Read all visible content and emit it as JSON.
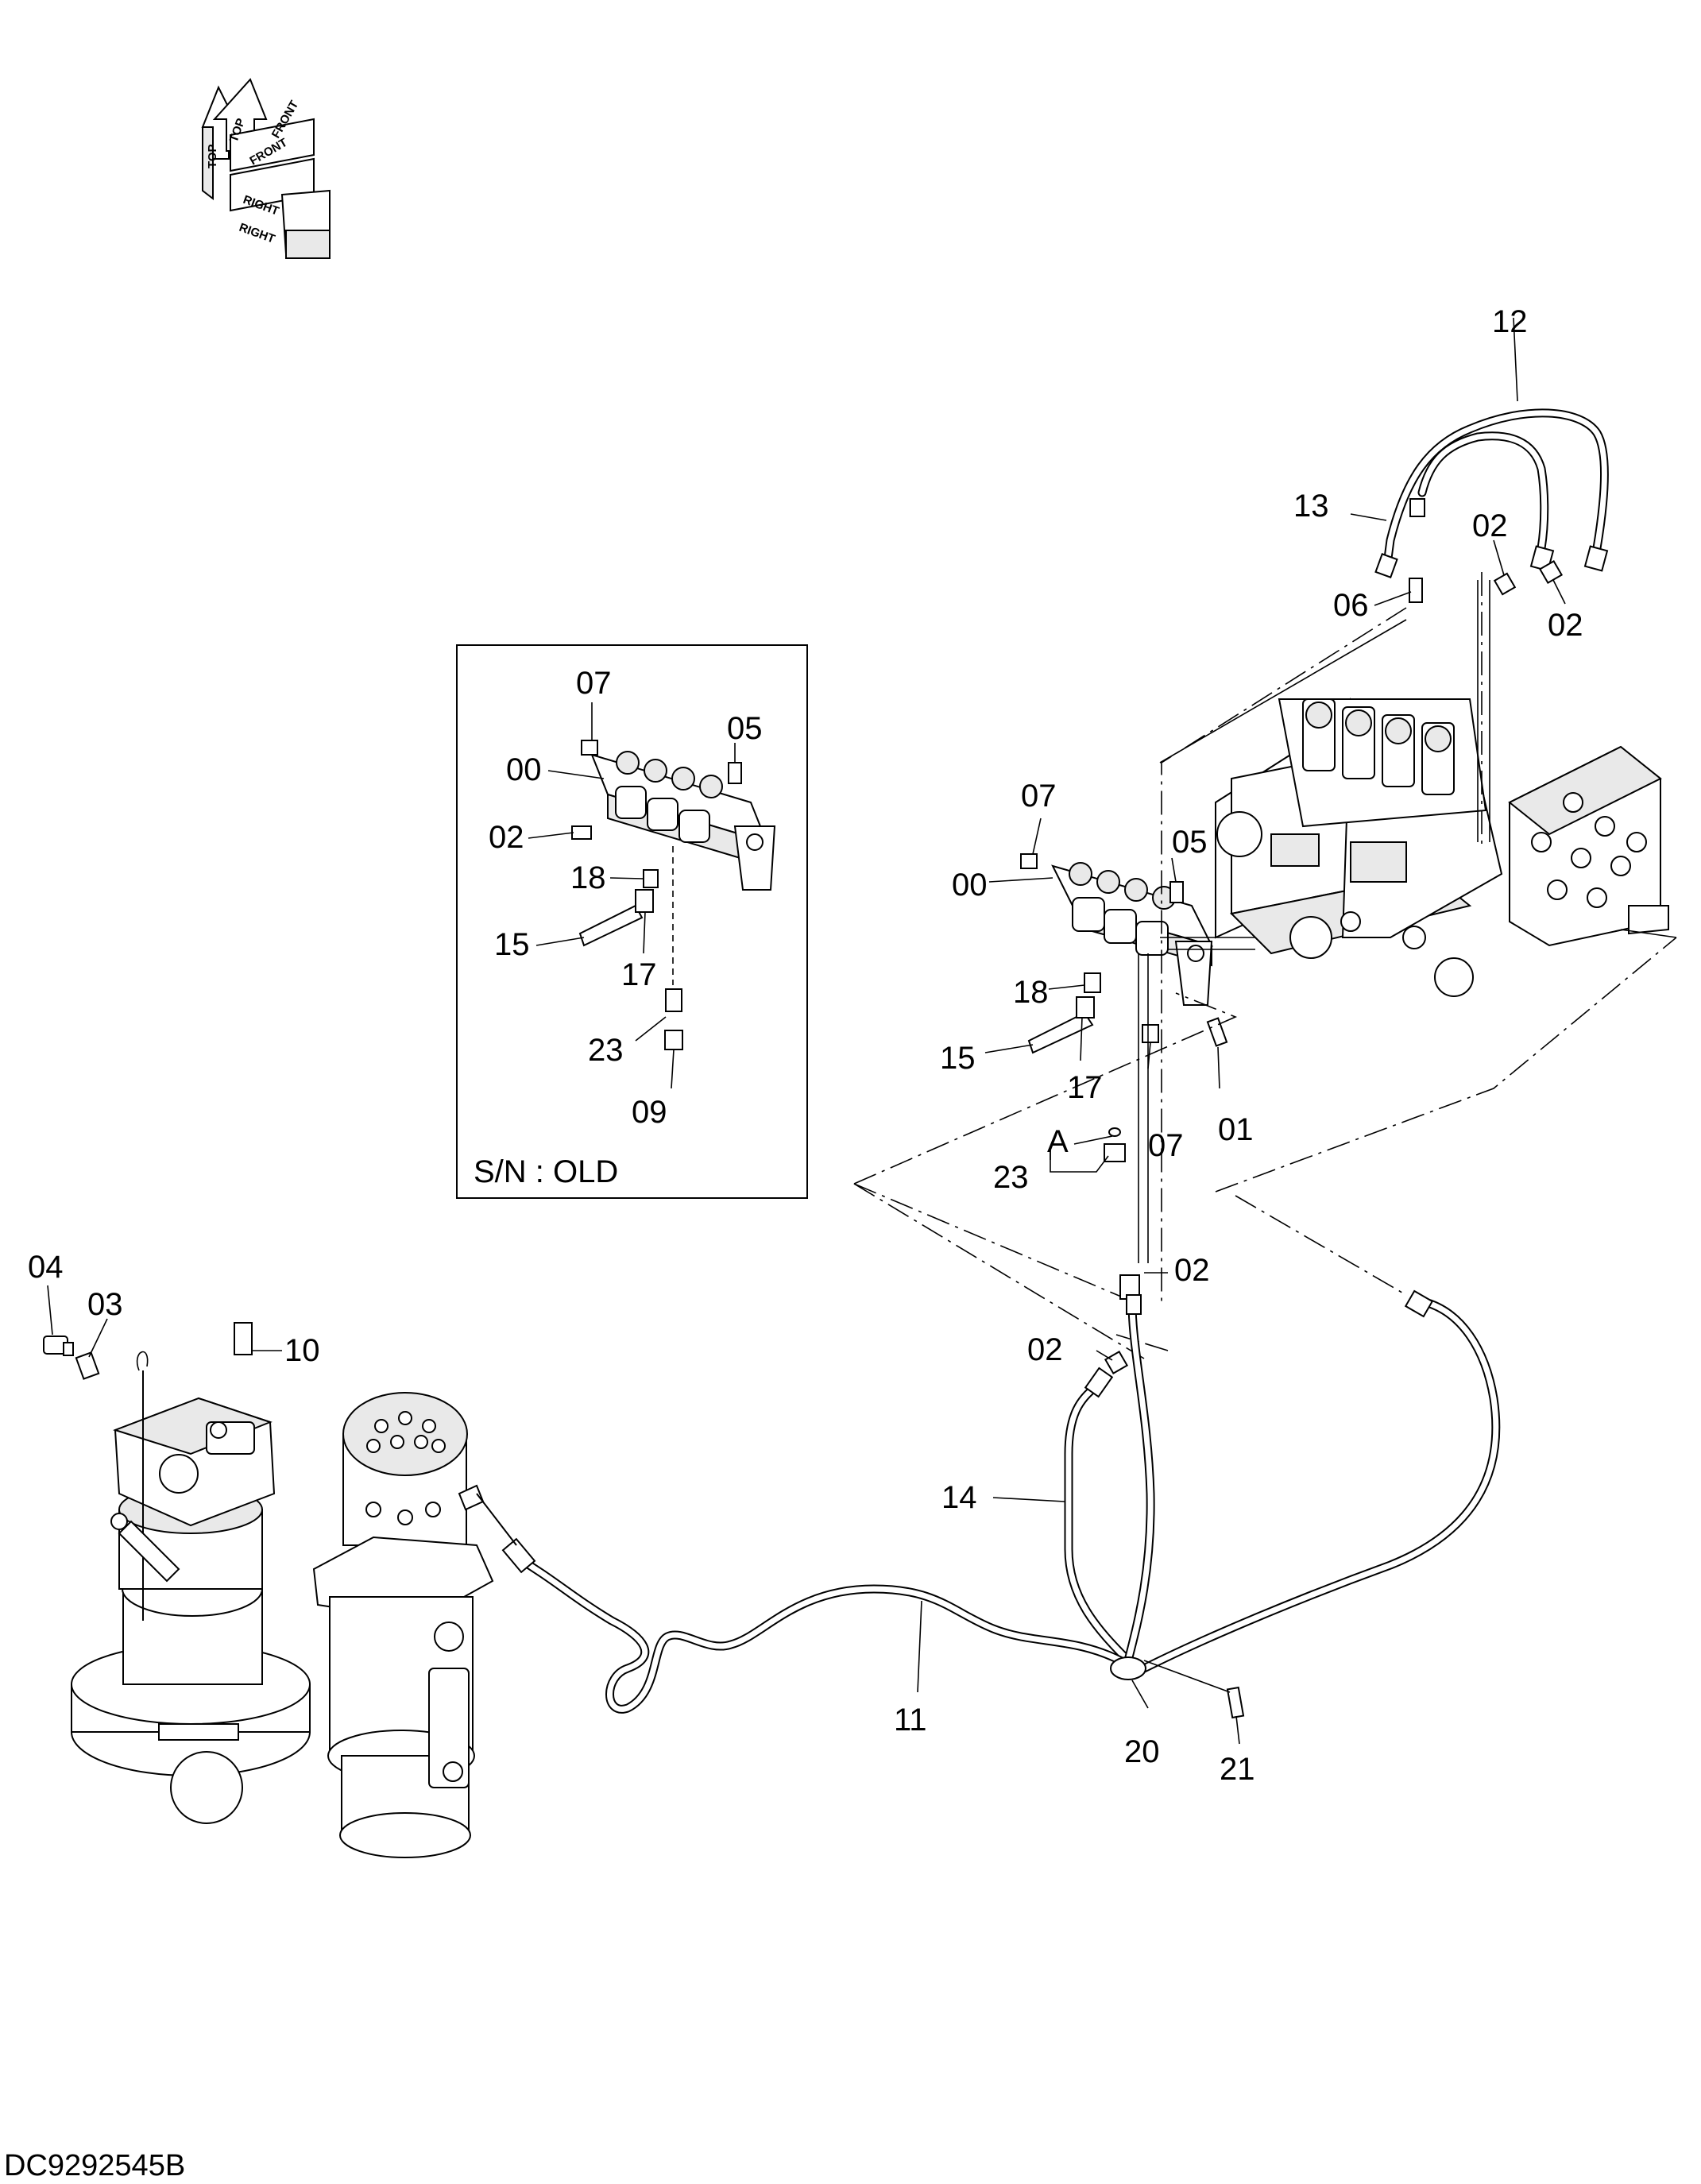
{
  "drawing_code": "DC9292545B",
  "inset": {
    "caption": "S/N : OLD"
  },
  "orientation": {
    "top": "TOP",
    "front": "FRONT",
    "right": "RIGHT"
  },
  "labels": {
    "p12": "12",
    "p13": "13",
    "p06": "06",
    "p02a": "02",
    "p02b": "02",
    "p07a": "07",
    "p05a": "05",
    "p00a": "00",
    "p18a": "18",
    "p15a": "15",
    "p17a": "17",
    "p07b": "07",
    "p01": "01",
    "pA": "A",
    "p23a": "23",
    "p02c": "02",
    "p02d": "02",
    "p14": "14",
    "p11": "11",
    "p20": "20",
    "p21": "21",
    "p04": "04",
    "p03": "03",
    "p10": "10",
    "i07": "07",
    "i05": "05",
    "i00": "00",
    "i02": "02",
    "i18": "18",
    "i15": "15",
    "i17": "17",
    "i23": "23",
    "i09": "09"
  }
}
